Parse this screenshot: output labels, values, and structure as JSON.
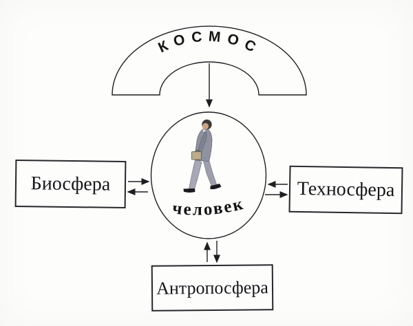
{
  "canvas": {
    "background": "#fdfdfc",
    "line_color": "#1e1e22",
    "text_color": "#141414"
  },
  "diagram": {
    "cosmos": {
      "label": "КОСМОС",
      "shape": "arch"
    },
    "human": {
      "label": "человек",
      "shape": "ellipse",
      "icon": "walking-man-icon"
    },
    "biosphere": {
      "label": "Биосфера",
      "shape": "rectangle"
    },
    "technosphere": {
      "label": "Техносфера",
      "shape": "rectangle"
    },
    "anthroposphere": {
      "label": "Антропосфера",
      "shape": "rectangle"
    },
    "connections": [
      {
        "from": "КОСМОС",
        "to": "человек",
        "type": "one-way"
      },
      {
        "from": "Биосфера",
        "to": "человек",
        "type": "two-way"
      },
      {
        "from": "Техносфера",
        "to": "человек",
        "type": "two-way"
      },
      {
        "from": "Антропосфера",
        "to": "человек",
        "type": "two-way"
      }
    ]
  }
}
